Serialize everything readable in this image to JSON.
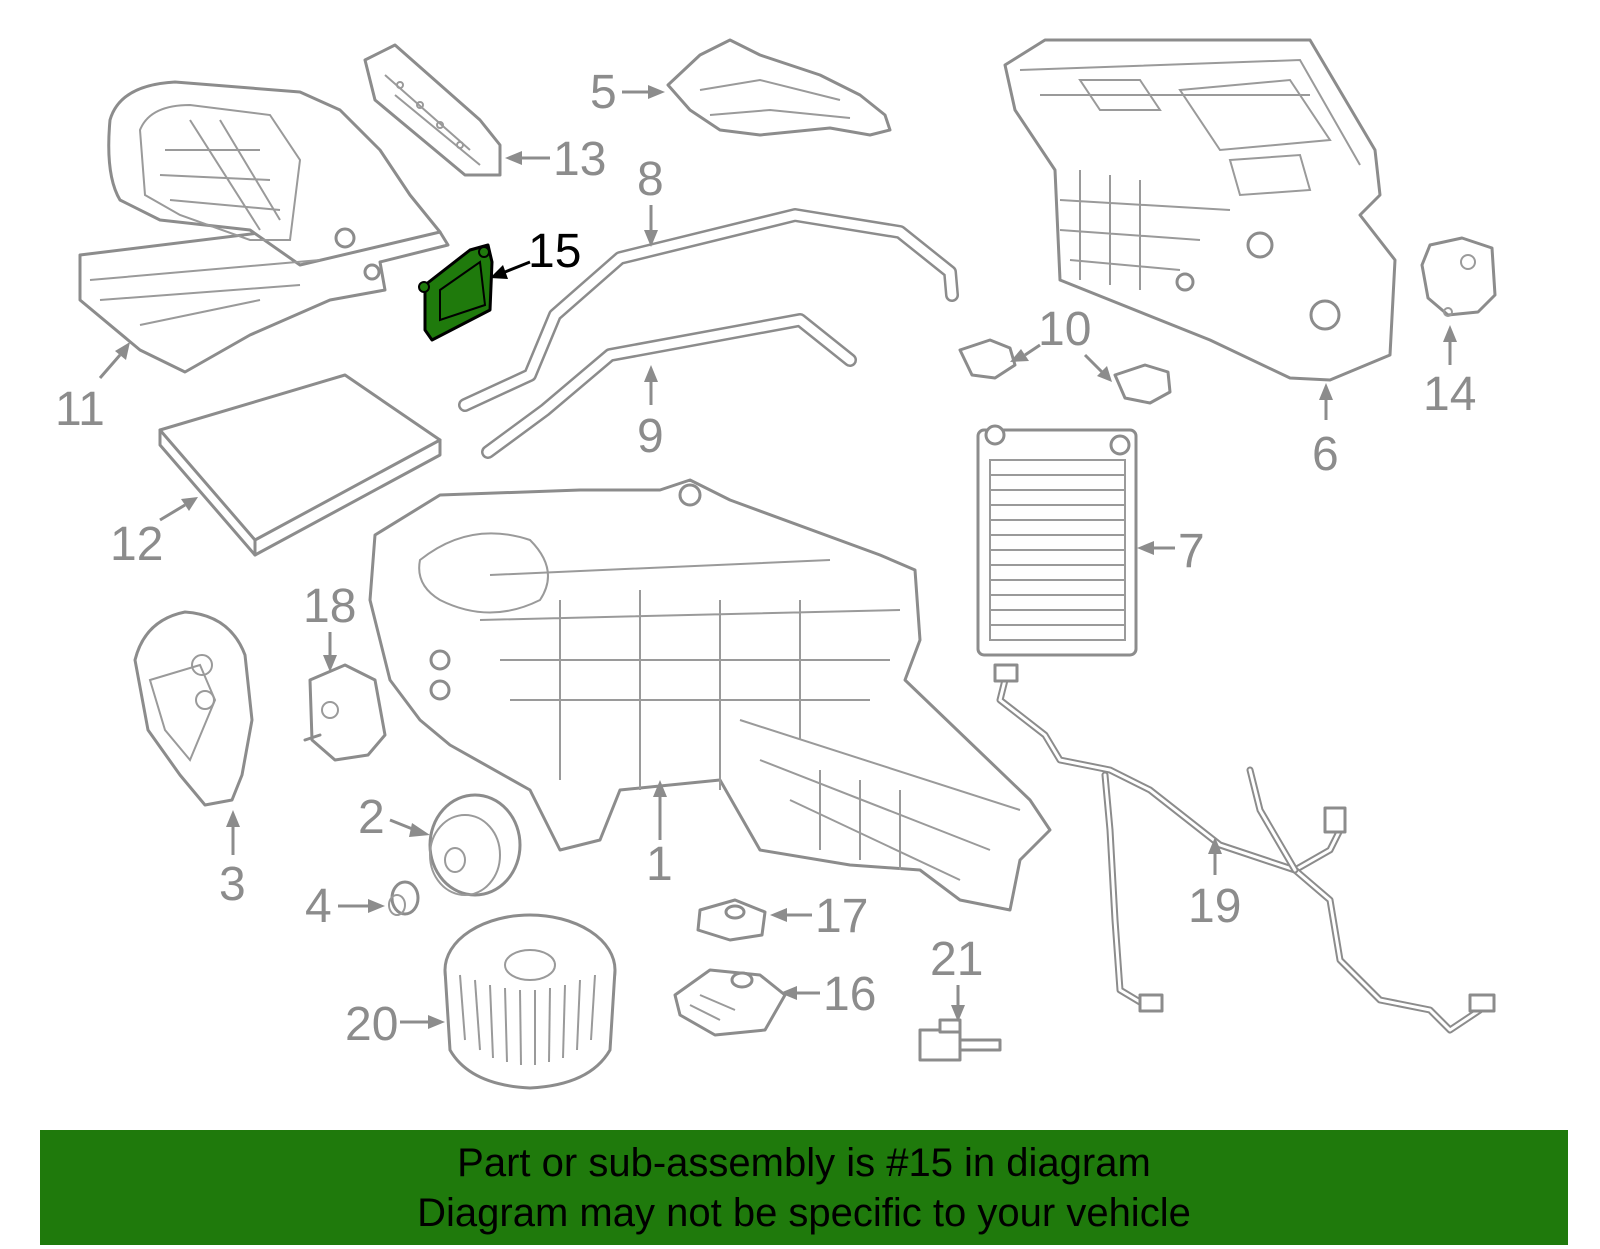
{
  "diagram": {
    "highlight_color": "#1f7a0c",
    "highlighted_part": "15",
    "callouts": [
      {
        "id": "1",
        "label": "1"
      },
      {
        "id": "2",
        "label": "2"
      },
      {
        "id": "3",
        "label": "3"
      },
      {
        "id": "4",
        "label": "4"
      },
      {
        "id": "5",
        "label": "5"
      },
      {
        "id": "6",
        "label": "6"
      },
      {
        "id": "7",
        "label": "7"
      },
      {
        "id": "8",
        "label": "8"
      },
      {
        "id": "9",
        "label": "9"
      },
      {
        "id": "10",
        "label": "10"
      },
      {
        "id": "11",
        "label": "11"
      },
      {
        "id": "12",
        "label": "12"
      },
      {
        "id": "13",
        "label": "13"
      },
      {
        "id": "14",
        "label": "14"
      },
      {
        "id": "15",
        "label": "15"
      },
      {
        "id": "16",
        "label": "16"
      },
      {
        "id": "17",
        "label": "17"
      },
      {
        "id": "18",
        "label": "18"
      },
      {
        "id": "19",
        "label": "19"
      },
      {
        "id": "20",
        "label": "20"
      },
      {
        "id": "21",
        "label": "21"
      }
    ]
  },
  "banner": {
    "line1": "Part or sub-assembly is #15 in diagram",
    "line2": "Diagram may not be specific to your vehicle",
    "color": "#1f7a0c"
  }
}
